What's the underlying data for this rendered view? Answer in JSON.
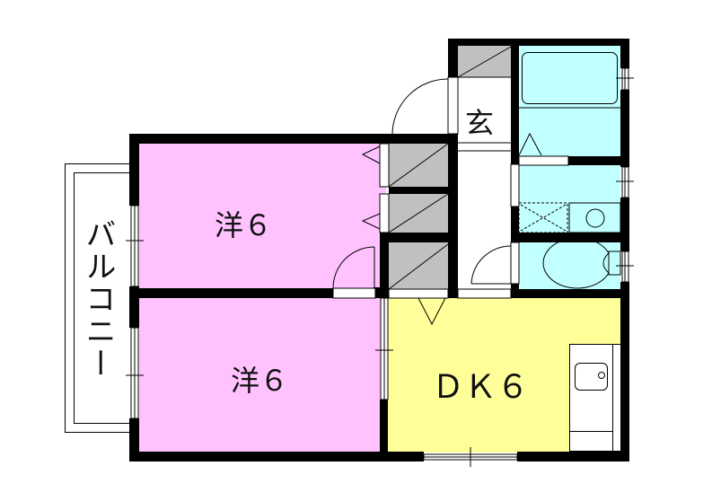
{
  "floor_plan": {
    "type": "apartment 2DK",
    "colors": {
      "western_room": "#ffc2ff",
      "dk": "#ffff99",
      "wet_area": "#c2ffff",
      "closet": "#c0c0c0",
      "wall": "#000000",
      "floor_plain": "#ffffff"
    },
    "rooms": [
      {
        "id": "western-room-1",
        "label": "洋６",
        "type": "Western-style room",
        "size_jo": 6
      },
      {
        "id": "western-room-2",
        "label": "洋６",
        "type": "Western-style room",
        "size_jo": 6
      },
      {
        "id": "dining-kitchen",
        "label": "ＤＫ６",
        "type": "Dining kitchen",
        "size_jo": 6
      },
      {
        "id": "entrance",
        "label": "玄",
        "type": "Entrance (genkan)"
      },
      {
        "id": "balcony",
        "label": "バルコニー",
        "type": "Balcony"
      },
      {
        "id": "bathroom",
        "label": "",
        "type": "Bath"
      },
      {
        "id": "washroom",
        "label": "",
        "type": "Washroom / laundry"
      },
      {
        "id": "toilet",
        "label": "",
        "type": "Toilet"
      }
    ]
  }
}
